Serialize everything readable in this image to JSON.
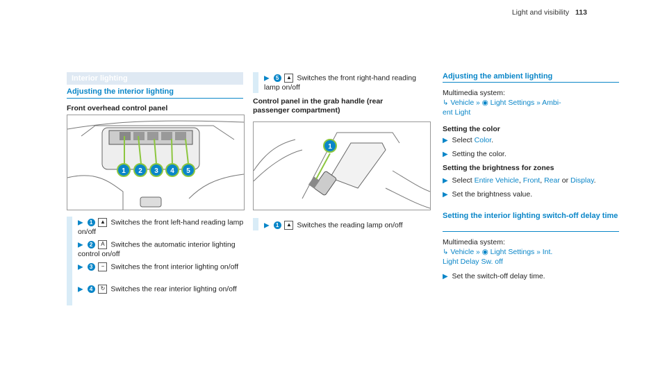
{
  "header": {
    "section": "Light and visibility",
    "page": "113"
  },
  "col1": {
    "bar_title": "Interior lighting",
    "h2": "Adjusting the interior lighting",
    "h3": "Front overhead control panel",
    "steps": [
      {
        "n": "1",
        "icon": "reading-lamp-icon",
        "text": "Switches the front left-hand reading lamp on/off"
      },
      {
        "n": "2",
        "icon": "auto-light-icon",
        "text": "Switches the automatic interior lighting control on/off"
      },
      {
        "n": "3",
        "icon": "front-interior-light-icon",
        "text": "Switches the front interior lighting on/off"
      },
      {
        "n": "4",
        "icon": "rear-interior-light-icon",
        "text": "Switches the rear interior lighting on/off"
      }
    ],
    "figure_callouts": [
      "1",
      "2",
      "3",
      "4",
      "5"
    ]
  },
  "col2": {
    "step5": {
      "n": "5",
      "icon": "reading-lamp-icon",
      "text": "Switches the front right-hand reading lamp on/off"
    },
    "h3": "Control panel in the grab handle (rear passenger compartment)",
    "figure_callout": "1",
    "step1": {
      "n": "1",
      "icon": "reading-lamp-icon",
      "text": "Switches the reading lamp on/off"
    }
  },
  "col3": {
    "h2a": "Adjusting the ambient lighting",
    "ms_label": "Multimedia system:",
    "path1": {
      "a": "Vehicle",
      "b": "Light Settings",
      "c": "Ambi-",
      "d": "ent Light"
    },
    "color_h": "Setting the color",
    "color_s1_pre": "Select ",
    "color_s1_link": "Color",
    "color_s1_post": ".",
    "color_s2": "Setting the color.",
    "bright_h": "Setting the brightness for zones",
    "bright_pre": "Select ",
    "bright_l1": "Entire Vehicle",
    "bright_l2": "Front",
    "bright_l3": "Rear",
    "bright_or": " or ",
    "bright_l4": "Display",
    "bright_s2": "Set the brightness value.",
    "h2b": "Setting the interior lighting switch-off delay time",
    "ms_label2": "Multimedia system:",
    "path2": {
      "a": "Vehicle",
      "b": "Light Settings",
      "c": "Int.",
      "d": "Light Delay Sw. off"
    },
    "delay_s": "Set the switch-off delay time."
  }
}
